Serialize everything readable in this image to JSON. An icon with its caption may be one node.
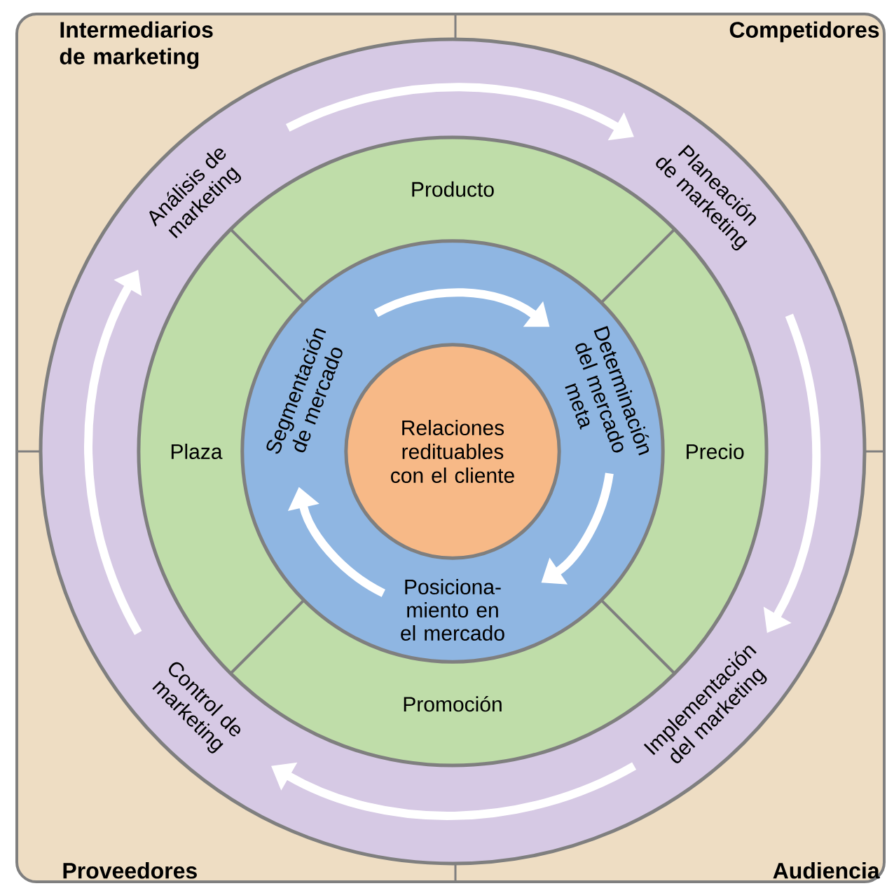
{
  "diagram": {
    "nodes": [
      {
        "text": [],
        "shape": "circle"
      },
      {
        "text": [
          "Análisis de marketing"
        ],
        "in": 0
      },
      {
        "text": [
          "Planeación de marketing"
        ],
        "in": 0
      },
      {
        "text": [
          "Implementación del marketing"
        ],
        "in": 0
      },
      {
        "text": [
          "Control de marketing"
        ],
        "in": 0
      },
      {
        "text": [],
        "shape": "circle",
        "in": 0
      },
      {
        "text": [
          "Producto"
        ],
        "in": 5
      },
      {
        "text": [
          "Precio"
        ],
        "in": 5
      },
      {
        "text": [
          "Promoción"
        ],
        "in": 5
      },
      {
        "text": [
          "Plaza"
        ],
        "in": 5
      },
      {
        "text": [],
        "shape": "circle",
        "in": 5
      },
      {
        "text": [
          "Segmentación de mercado"
        ],
        "in": 10
      },
      {
        "text": [
          "Determinación del mercado meta"
        ],
        "in": 10
      },
      {
        "text": [
          "Posiciona-miento en el mercado"
        ],
        "in": 10
      },
      {
        "text": [
          "Relaciones redituables con el cliente"
        ],
        "in": 10
      }
    ],
    "edges": [
      {
        "from": 1,
        "to": 2,
        "arrow": "to"
      },
      {
        "from": 2,
        "to": 3,
        "arrow": "to"
      },
      {
        "from": 3,
        "to": 4,
        "arrow": "to"
      },
      {
        "from": 4,
        "to": 1,
        "arrow": "to"
      },
      {
        "from": 11,
        "to": 12,
        "arrow": "to"
      },
      {
        "from": 12,
        "to": 13,
        "arrow": "to"
      },
      {
        "from": 13,
        "to": 11,
        "arrow": "to"
      }
    ],
    "labels": [
      "Intermediarios de marketing",
      "Competidores",
      "Proveedores",
      "Audiencia"
    ]
  }
}
